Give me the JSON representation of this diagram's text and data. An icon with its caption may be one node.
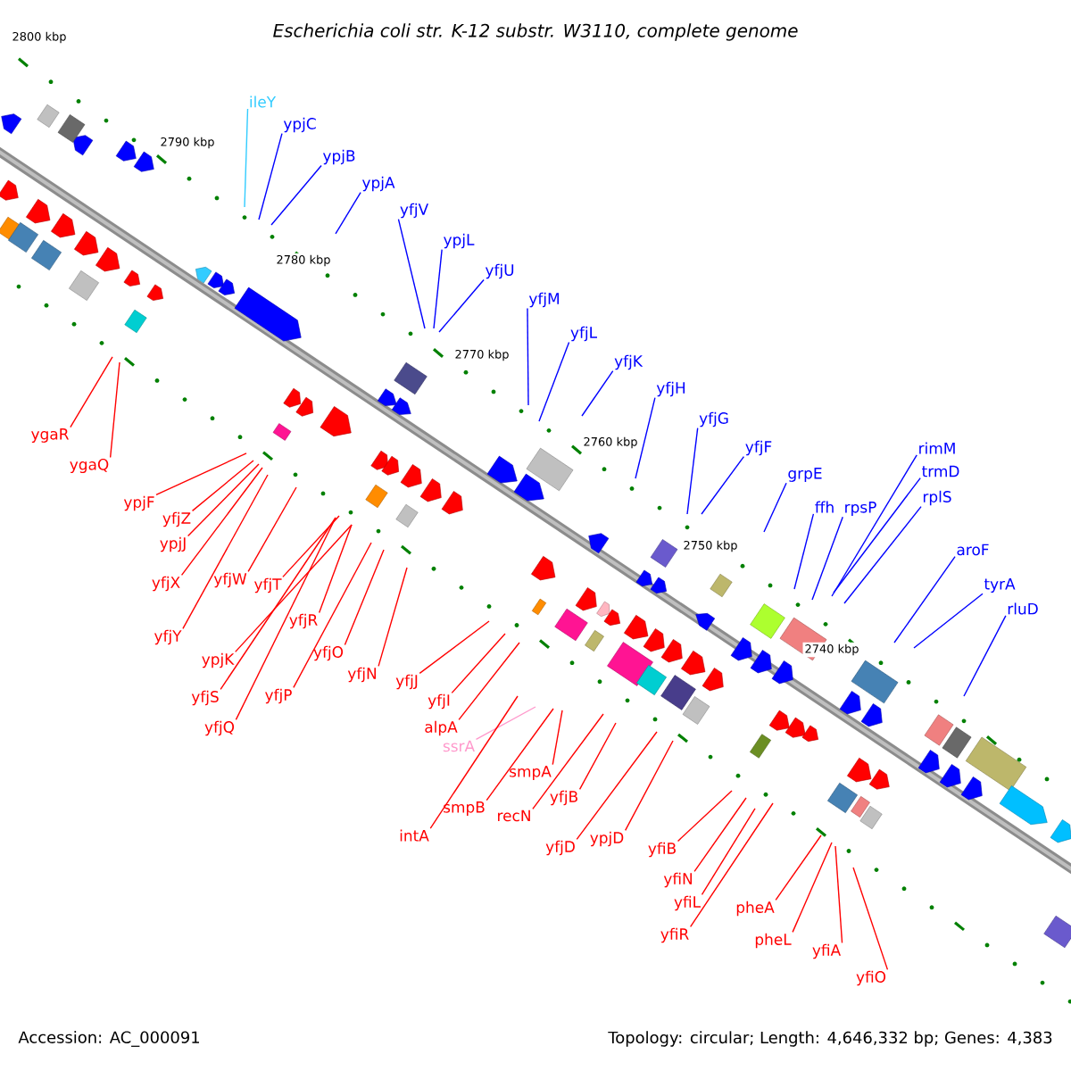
{
  "diagram": {
    "title": "Escherichia coli str. K-12 substr. W3110, complete genome",
    "nodes": [
      {
        "text": [
          "ileY"
        ]
      },
      {
        "text": [
          "ypjC"
        ]
      },
      {
        "text": [
          "ypjB"
        ]
      },
      {
        "text": [
          "ypjA"
        ]
      },
      {
        "text": [
          "yfjV"
        ]
      },
      {
        "text": [
          "ypjL"
        ]
      },
      {
        "text": [
          "yfjU"
        ]
      },
      {
        "text": [
          "yfjM"
        ]
      },
      {
        "text": [
          "yfjL"
        ]
      },
      {
        "text": [
          "yfjK"
        ]
      },
      {
        "text": [
          "yfjH"
        ]
      },
      {
        "text": [
          "yfjG"
        ]
      },
      {
        "text": [
          "yfjF"
        ]
      },
      {
        "text": [
          "grpE"
        ]
      },
      {
        "text": [
          "ffh"
        ]
      },
      {
        "text": [
          "rpsP"
        ]
      },
      {
        "text": [
          "rimM"
        ]
      },
      {
        "text": [
          "trmD"
        ]
      },
      {
        "text": [
          "rplS"
        ]
      },
      {
        "text": [
          "aroF"
        ]
      },
      {
        "text": [
          "tyrA"
        ]
      },
      {
        "text": [
          "rluD"
        ]
      },
      {
        "text": [
          "ygaR"
        ]
      },
      {
        "text": [
          "ygaQ"
        ]
      },
      {
        "text": [
          "ypjF"
        ]
      },
      {
        "text": [
          "yfjZ"
        ]
      },
      {
        "text": [
          "ypjJ"
        ]
      },
      {
        "text": [
          "yfjX"
        ]
      },
      {
        "text": [
          "yfjW"
        ]
      },
      {
        "text": [
          "yfjY"
        ]
      },
      {
        "text": [
          "yfjT"
        ]
      },
      {
        "text": [
          "yfjR"
        ]
      },
      {
        "text": [
          "ypjK"
        ]
      },
      {
        "text": [
          "yfjS"
        ]
      },
      {
        "text": [
          "yfjQ"
        ]
      },
      {
        "text": [
          "yfjP"
        ]
      },
      {
        "text": [
          "yfjO"
        ]
      },
      {
        "text": [
          "yfjN"
        ]
      },
      {
        "text": [
          "yfjJ"
        ]
      },
      {
        "text": [
          "yfjI"
        ]
      },
      {
        "text": [
          "alpA"
        ]
      },
      {
        "text": [
          "ssrA"
        ]
      },
      {
        "text": [
          "smpA"
        ]
      },
      {
        "text": [
          "smpB"
        ]
      },
      {
        "text": [
          "recN"
        ]
      },
      {
        "text": [
          "yfjB"
        ]
      },
      {
        "text": [
          "intA"
        ]
      },
      {
        "text": [
          "yfjD"
        ]
      },
      {
        "text": [
          "ypjD"
        ]
      },
      {
        "text": [
          "yfiB"
        ]
      },
      {
        "text": [
          "yfiN"
        ]
      },
      {
        "text": [
          "yfiL"
        ]
      },
      {
        "text": [
          "yfiR"
        ]
      },
      {
        "text": [
          "pheA"
        ]
      },
      {
        "text": [
          "pheL"
        ]
      },
      {
        "text": [
          "yfiA"
        ]
      },
      {
        "text": [
          "yfiO"
        ]
      }
    ],
    "edges": [
      {
        "from": 0,
        "to": null,
        "arrow": "none",
        "color": "#33ccff"
      },
      {
        "from": 1,
        "to": null,
        "arrow": "none",
        "color": "#0000ff"
      },
      {
        "from": 2,
        "to": null,
        "arrow": "none",
        "color": "#0000ff"
      },
      {
        "from": 3,
        "to": null,
        "arrow": "none",
        "color": "#0000ff"
      },
      {
        "from": 4,
        "to": null,
        "arrow": "none",
        "color": "#0000ff"
      },
      {
        "from": 5,
        "to": null,
        "arrow": "none",
        "color": "#0000ff"
      },
      {
        "from": 6,
        "to": null,
        "arrow": "none",
        "color": "#0000ff"
      },
      {
        "from": 7,
        "to": null,
        "arrow": "none",
        "color": "#0000ff"
      },
      {
        "from": 8,
        "to": null,
        "arrow": "none",
        "color": "#0000ff"
      },
      {
        "from": 9,
        "to": null,
        "arrow": "none",
        "color": "#0000ff"
      },
      {
        "from": 10,
        "to": null,
        "arrow": "none",
        "color": "#0000ff"
      },
      {
        "from": 11,
        "to": null,
        "arrow": "none",
        "color": "#0000ff"
      },
      {
        "from": 12,
        "to": null,
        "arrow": "none",
        "color": "#0000ff"
      },
      {
        "from": 13,
        "to": null,
        "arrow": "none",
        "color": "#0000ff"
      },
      {
        "from": 14,
        "to": null,
        "arrow": "none",
        "color": "#0000ff"
      },
      {
        "from": 15,
        "to": null,
        "arrow": "none",
        "color": "#0000ff"
      },
      {
        "from": 16,
        "to": null,
        "arrow": "none",
        "color": "#0000ff"
      },
      {
        "from": 17,
        "to": null,
        "arrow": "none",
        "color": "#0000ff"
      },
      {
        "from": 18,
        "to": null,
        "arrow": "none",
        "color": "#0000ff"
      },
      {
        "from": 19,
        "to": null,
        "arrow": "none",
        "color": "#0000ff"
      },
      {
        "from": 20,
        "to": null,
        "arrow": "none",
        "color": "#0000ff"
      },
      {
        "from": 21,
        "to": null,
        "arrow": "none",
        "color": "#0000ff"
      },
      {
        "from": 22,
        "to": null,
        "arrow": "none"
      },
      {
        "from": 23,
        "to": null,
        "arrow": "none"
      },
      {
        "from": 24,
        "to": null,
        "arrow": "none"
      },
      {
        "from": 25,
        "to": null,
        "arrow": "none"
      },
      {
        "from": 26,
        "to": null,
        "arrow": "none"
      },
      {
        "from": 27,
        "to": null,
        "arrow": "none"
      },
      {
        "from": 28,
        "to": null,
        "arrow": "none"
      },
      {
        "from": 29,
        "to": null,
        "arrow": "none"
      },
      {
        "from": 30,
        "to": null,
        "arrow": "none"
      },
      {
        "from": 31,
        "to": null,
        "arrow": "none"
      },
      {
        "from": 32,
        "to": null,
        "arrow": "none"
      },
      {
        "from": 33,
        "to": null,
        "arrow": "none"
      },
      {
        "from": 34,
        "to": null,
        "arrow": "none"
      },
      {
        "from": 35,
        "to": null,
        "arrow": "none"
      },
      {
        "from": 36,
        "to": null,
        "arrow": "none"
      },
      {
        "from": 37,
        "to": null,
        "arrow": "none"
      },
      {
        "from": 38,
        "to": null,
        "arrow": "none"
      },
      {
        "from": 39,
        "to": null,
        "arrow": "none"
      },
      {
        "from": 40,
        "to": null,
        "arrow": "none"
      },
      {
        "from": 41,
        "to": null,
        "arrow": "none",
        "color": "#ff99cc"
      },
      {
        "from": 42,
        "to": null,
        "arrow": "none"
      },
      {
        "from": 43,
        "to": null,
        "arrow": "none"
      },
      {
        "from": 44,
        "to": null,
        "arrow": "none"
      },
      {
        "from": 45,
        "to": null,
        "arrow": "none"
      },
      {
        "from": 46,
        "to": null,
        "arrow": "none"
      },
      {
        "from": 47,
        "to": null,
        "arrow": "none"
      },
      {
        "from": 48,
        "to": null,
        "arrow": "none"
      },
      {
        "from": 49,
        "to": null,
        "arrow": "none"
      },
      {
        "from": 50,
        "to": null,
        "arrow": "none"
      },
      {
        "from": 51,
        "to": null,
        "arrow": "none"
      },
      {
        "from": 52,
        "to": null,
        "arrow": "none"
      },
      {
        "from": 53,
        "to": null,
        "arrow": "none"
      },
      {
        "from": 54,
        "to": null,
        "arrow": "none"
      },
      {
        "from": 55,
        "to": null,
        "arrow": "none"
      },
      {
        "from": 56,
        "to": null,
        "arrow": "none"
      }
    ],
    "labels": [
      "2800 kbp",
      "2790 kbp",
      "2780 kbp",
      "2770 kbp",
      "2760 kbp",
      "2750 kbp",
      "2740 kbp",
      "Accession: AC_000091",
      "Topology: circular; Length: 4,646,332 bp; Genes: 4,383"
    ]
  }
}
